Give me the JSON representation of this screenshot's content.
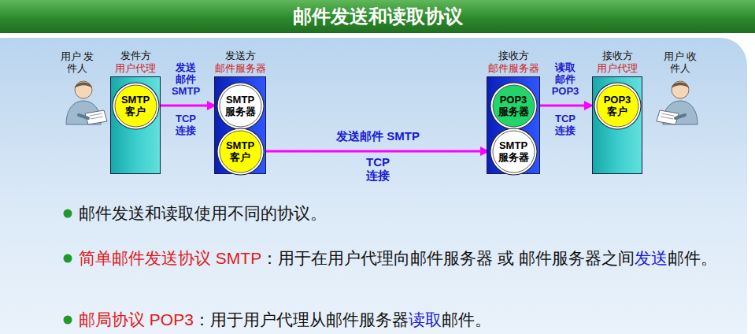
{
  "diagram": {
    "title": "邮件发送和读取协议",
    "nodes": [
      {
        "text": [
          "发件方",
          "用户代理"
        ]
      },
      {
        "text": [
          "SMTP 客户"
        ],
        "in": 0
      },
      {
        "text": [
          "发送方",
          "邮件服务器"
        ]
      },
      {
        "text": [
          "SMTP 服务器"
        ],
        "in": 2
      },
      {
        "text": [
          "SMTP 客户"
        ],
        "in": 2
      },
      {
        "text": [
          "接收方",
          "邮件服务器"
        ]
      },
      {
        "text": [
          "POP3 服务器"
        ],
        "in": 5
      },
      {
        "text": [
          "SMTP 服务器"
        ],
        "in": 5
      },
      {
        "text": [
          "接收方",
          "用户代理"
        ]
      },
      {
        "text": [
          "POP3 客户"
        ],
        "in": 8
      }
    ],
    "edges": [
      {
        "from": 1,
        "to": 3,
        "arrow": "to",
        "label": "发送 邮件 SMTP"
      },
      {
        "from": 4,
        "to": 7,
        "arrow": "to",
        "label": "发送邮件 SMTP"
      },
      {
        "from": 6,
        "to": 9,
        "arrow": "to",
        "label": "读取 邮件 POP3"
      }
    ],
    "labels": [
      "用户 发件人",
      "用户 收件人",
      "TCP 连接",
      "TCP 连接",
      "TCP 连接",
      "邮件发送和读取使用不同的协议。",
      "简单邮件发送协议 SMTP",
      "：用于在用户代理向邮件服务器 或 邮件服务器之间",
      "发送",
      "邮件。",
      "邮局协议 POP3",
      "：用于用户代理从邮件服务器",
      "读取",
      "邮件。"
    ]
  }
}
